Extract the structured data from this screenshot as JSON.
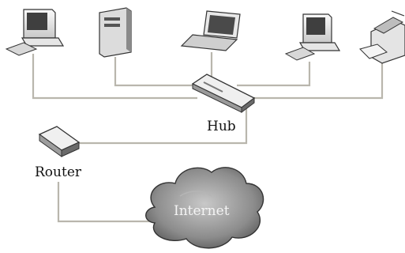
{
  "diagram": {
    "nodes": [
      {
        "id": "desktop-1",
        "kind": "desktop-computer"
      },
      {
        "id": "server",
        "kind": "tower-server"
      },
      {
        "id": "laptop",
        "kind": "laptop"
      },
      {
        "id": "desktop-2",
        "kind": "desktop-computer"
      },
      {
        "id": "printer",
        "kind": "printer"
      },
      {
        "id": "hub",
        "kind": "hub",
        "label": "Hub"
      },
      {
        "id": "router",
        "kind": "router",
        "label": "Router"
      },
      {
        "id": "internet",
        "kind": "cloud",
        "label": "Internet"
      }
    ],
    "edges": [
      [
        "desktop-1",
        "hub"
      ],
      [
        "server",
        "hub"
      ],
      [
        "laptop",
        "hub"
      ],
      [
        "desktop-2",
        "hub"
      ],
      [
        "printer",
        "hub"
      ],
      [
        "hub",
        "router"
      ],
      [
        "router",
        "internet"
      ]
    ],
    "colors": {
      "cable": "#b9b6ad",
      "device_light": "#f2f2f2",
      "device_dark": "#5a5a5a",
      "cloud": "#9a9a9a"
    }
  }
}
